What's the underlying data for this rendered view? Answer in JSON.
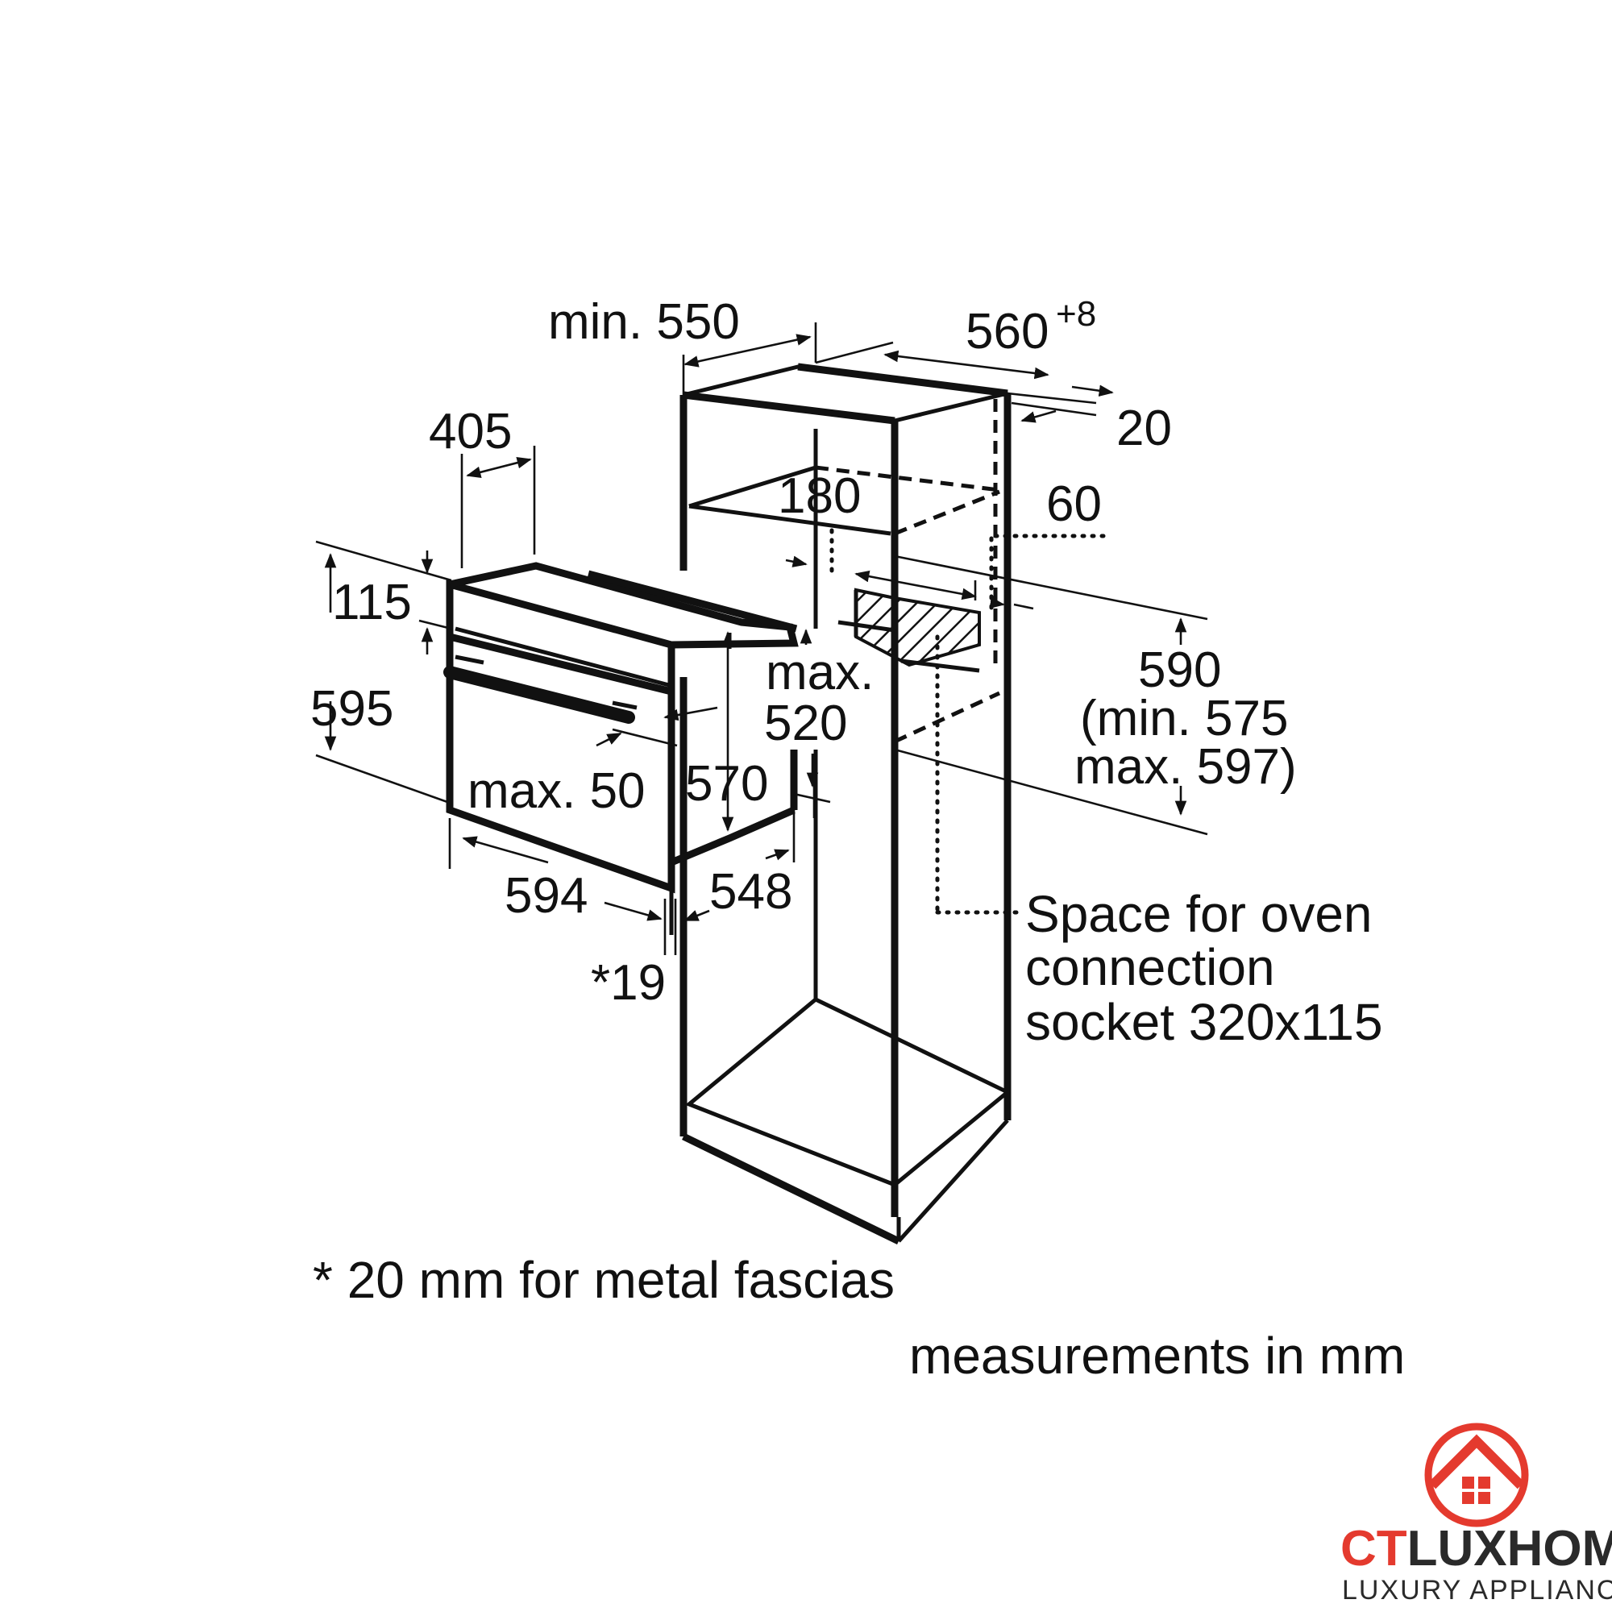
{
  "dimensions": {
    "cabinet_depth": "min. 550",
    "niche_width_base": "560",
    "niche_width_tol": "+8",
    "side_gap": "20",
    "vent_depth": "180",
    "rear_offset": "60",
    "niche_height": "590",
    "niche_height_min": "(min. 575",
    "niche_height_max": "max. 597)",
    "oven_top_depth": "405",
    "control_panel_height": "115",
    "oven_height": "595",
    "panel_protrusion": "max. 50",
    "body_height": "570",
    "oven_width": "594",
    "body_depth": "548",
    "fascia_thickness": "*19",
    "cable_length_1": "max.",
    "cable_length_2": "520"
  },
  "socket_note": {
    "line1": "Space for oven",
    "line2": "connection",
    "line3": "socket 320x115"
  },
  "footnotes": {
    "metal_fascia": "* 20 mm for metal fascias",
    "units": "measurements in mm"
  },
  "logo": {
    "brand_part1": "CT",
    "brand_part2": "LUXHOME",
    "tagline": "LUXURY APPLIANCES",
    "colors": {
      "red": "#e43a2e",
      "dark": "#2a2a2a"
    }
  }
}
